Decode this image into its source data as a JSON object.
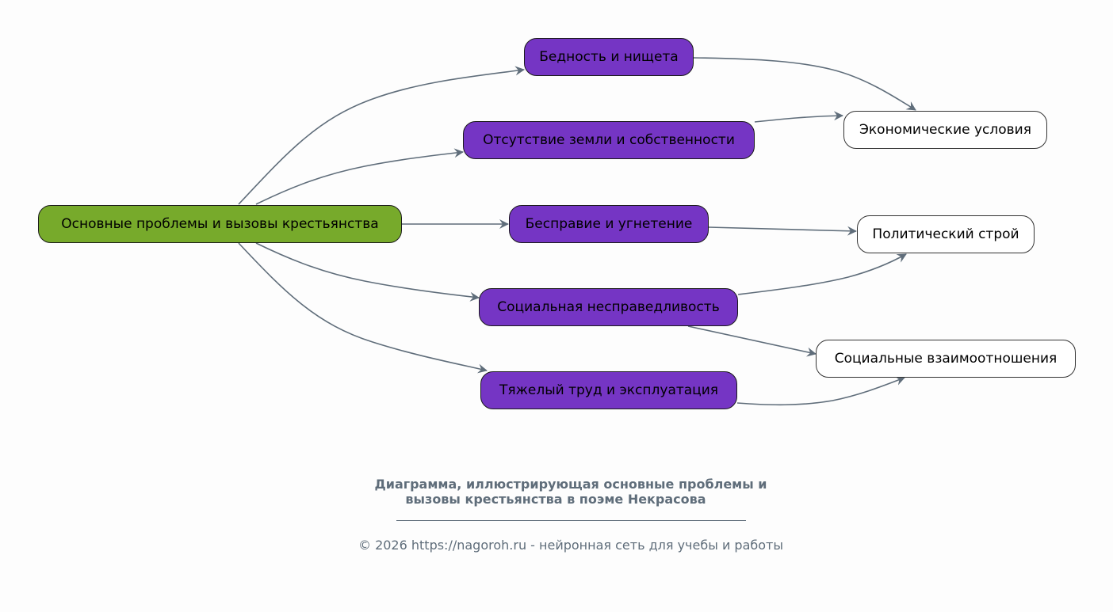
{
  "diagram": {
    "root": {
      "id": "root",
      "label": "Основные проблемы и вызовы крестьянства"
    },
    "problems": [
      {
        "id": "p1",
        "label": "Бедность и нищета"
      },
      {
        "id": "p2",
        "label": "Отсутствие земли и собственности"
      },
      {
        "id": "p3",
        "label": "Бесправие и угнетение"
      },
      {
        "id": "p4",
        "label": "Социальная несправедливость"
      },
      {
        "id": "p5",
        "label": "Тяжелый труд и эксплуатация"
      }
    ],
    "categories": [
      {
        "id": "c1",
        "label": "Экономические условия"
      },
      {
        "id": "c2",
        "label": "Политический строй"
      },
      {
        "id": "c3",
        "label": "Социальные взаимоотношения"
      }
    ],
    "edges": [
      {
        "from": "root",
        "to": "p1"
      },
      {
        "from": "root",
        "to": "p2"
      },
      {
        "from": "root",
        "to": "p3"
      },
      {
        "from": "root",
        "to": "p4"
      },
      {
        "from": "root",
        "to": "p5"
      },
      {
        "from": "p1",
        "to": "c1"
      },
      {
        "from": "p2",
        "to": "c1"
      },
      {
        "from": "p3",
        "to": "c2"
      },
      {
        "from": "p4",
        "to": "c2"
      },
      {
        "from": "p4",
        "to": "c3"
      },
      {
        "from": "p5",
        "to": "c3"
      }
    ],
    "colors": {
      "root_fill": "#77aa2b",
      "problem_fill": "#7535c4",
      "category_fill": "#ffffff",
      "edge": "#5f6d7a"
    }
  },
  "caption": {
    "line1": "Диаграмма, иллюстрирующая основные проблемы и",
    "line2": "вызовы крестьянства в поэме Некрасова"
  },
  "footer": {
    "text": "© 2026 https://nagoroh.ru - нейронная сеть для учебы и работы"
  }
}
